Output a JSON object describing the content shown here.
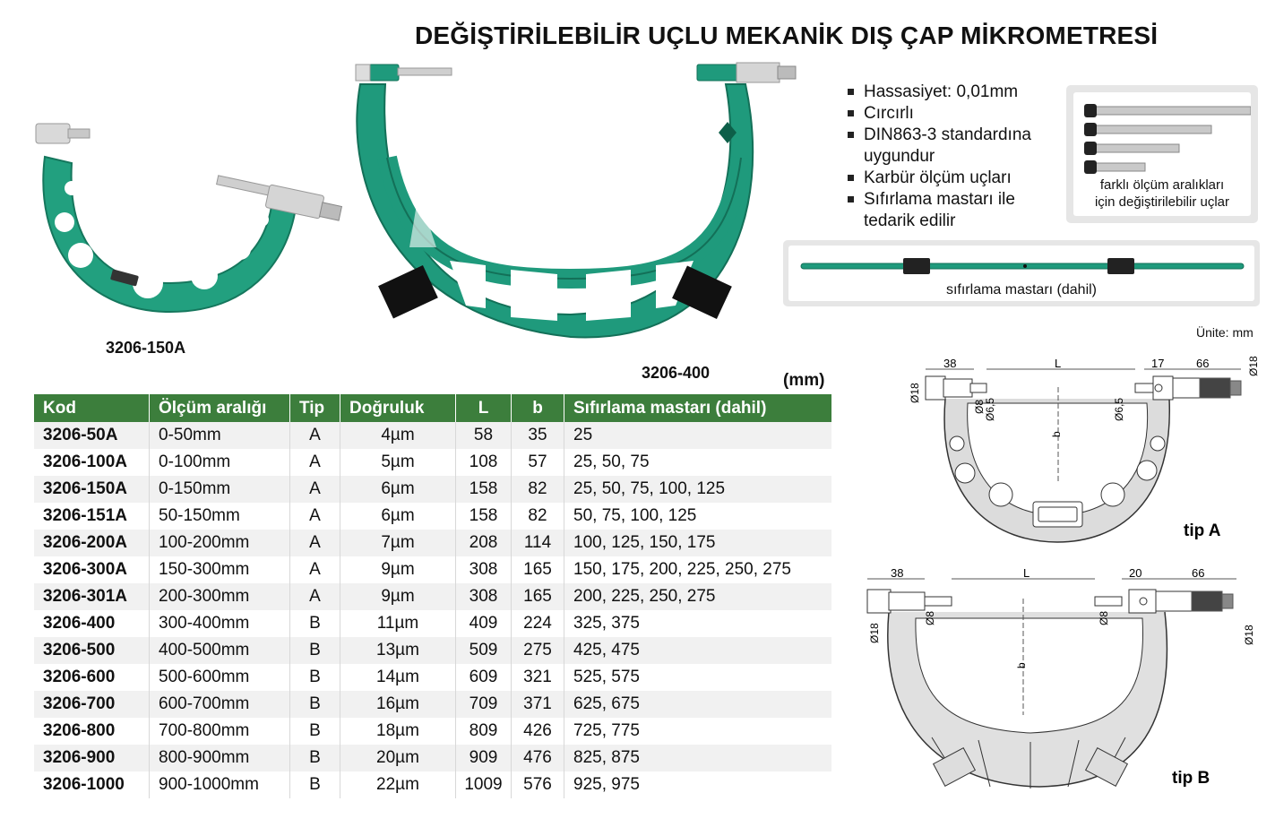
{
  "title": "DEĞİŞTİRİLEBİLİR UÇLU MEKANİK DIŞ ÇAP  MİKROMETRESİ",
  "photos": {
    "model_small": "3206-150A",
    "model_large": "3206-400"
  },
  "features": [
    "Hassasiyet: 0,01mm",
    "Cırcırlı",
    "DIN863-3 standardına uygundur",
    "Karbür ölçüm uçları",
    "Sıfırlama mastarı ile tedarik edilir"
  ],
  "tips_caption_1": "farklı ölçüm aralıkları",
  "tips_caption_2": "için değiştirilebilir uçlar",
  "mastar_caption": "sıfırlama mastarı (dahil)",
  "unit_label": "(mm)",
  "unite_label": "Ünite: mm",
  "table": {
    "headers": [
      "Kod",
      "Ölçüm aralığı",
      "Tip",
      "Doğruluk",
      "L",
      "b",
      "Sıfırlama mastarı (dahil)"
    ],
    "rows": [
      [
        "3206-50A",
        "0-50mm",
        "A",
        "4µm",
        "58",
        "35",
        "25"
      ],
      [
        "3206-100A",
        "0-100mm",
        "A",
        "5µm",
        "108",
        "57",
        "25, 50, 75"
      ],
      [
        "3206-150A",
        "0-150mm",
        "A",
        "6µm",
        "158",
        "82",
        "25, 50, 75, 100, 125"
      ],
      [
        "3206-151A",
        "50-150mm",
        "A",
        "6µm",
        "158",
        "82",
        "50, 75, 100, 125"
      ],
      [
        "3206-200A",
        "100-200mm",
        "A",
        "7µm",
        "208",
        "114",
        "100, 125, 150, 175"
      ],
      [
        "3206-300A",
        "150-300mm",
        "A",
        "9µm",
        "308",
        "165",
        "150, 175, 200, 225, 250, 275"
      ],
      [
        "3206-301A",
        "200-300mm",
        "A",
        "9µm",
        "308",
        "165",
        "200, 225, 250, 275"
      ],
      [
        "3206-400",
        "300-400mm",
        "B",
        "11µm",
        "409",
        "224",
        "325, 375"
      ],
      [
        "3206-500",
        "400-500mm",
        "B",
        "13µm",
        "509",
        "275",
        "425, 475"
      ],
      [
        "3206-600",
        "500-600mm",
        "B",
        "14µm",
        "609",
        "321",
        "525, 575"
      ],
      [
        "3206-700",
        "600-700mm",
        "B",
        "16µm",
        "709",
        "371",
        "625, 675"
      ],
      [
        "3206-800",
        "700-800mm",
        "B",
        "18µm",
        "809",
        "426",
        "725, 775"
      ],
      [
        "3206-900",
        "800-900mm",
        "B",
        "20µm",
        "909",
        "476",
        "825, 875"
      ],
      [
        "3206-1000",
        "900-1000mm",
        "B",
        "22µm",
        "1009",
        "576",
        "925, 975"
      ]
    ]
  },
  "drawing_a": {
    "label": "tip A",
    "dim_38": "38",
    "dim_L": "L",
    "dim_17": "17",
    "dim_66": "66",
    "d18_left": "Ø18",
    "d18_right": "Ø18",
    "d8": "Ø8",
    "d65_left": "Ø6,5",
    "d65_right": "Ø6,5",
    "b": "b"
  },
  "drawing_b": {
    "label": "tip B",
    "dim_38": "38",
    "dim_L": "L",
    "dim_20": "20",
    "dim_66": "66",
    "d18_left": "Ø18",
    "d18_right": "Ø18",
    "d8_left": "Ø8",
    "d8_right": "Ø8",
    "b": "b"
  },
  "colors": {
    "green": "#1f9a7c",
    "header_green": "#3c7e3c"
  }
}
